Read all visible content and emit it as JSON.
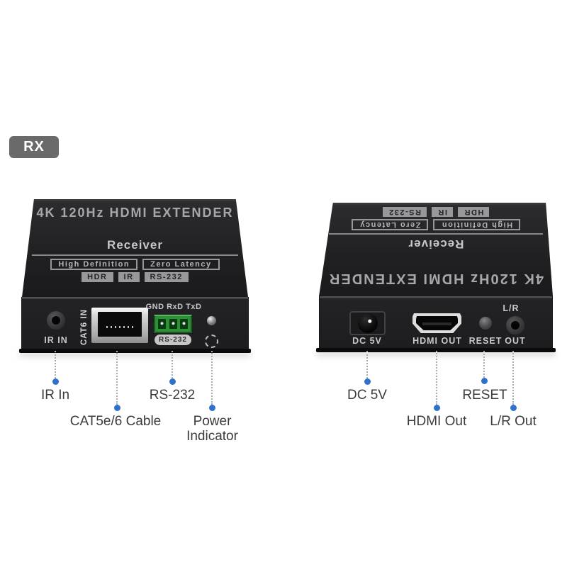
{
  "view_badge": "RX",
  "device": {
    "top_title": "4K 120Hz HDMI EXTENDER",
    "top_subtitle": "Receiver",
    "badges_outlined": [
      "High Definition",
      "Zero Latency"
    ],
    "badges_filled": [
      "HDR",
      "IR",
      "RS-232"
    ]
  },
  "front_panel": {
    "ir_jack_label": "IR IN",
    "cat6_port_label": "CAT6 IN",
    "terminal_top_label": "GND RxD TxD",
    "terminal_bottom_label": "RS-232"
  },
  "rear_panel": {
    "dc_jack_label": "DC 5V",
    "hdmi_port_label": "HDMI OUT",
    "reset_button_label": "RESET",
    "lr_jack_top_label": "L/R",
    "lr_jack_bottom_label": "OUT"
  },
  "callouts": {
    "front": {
      "ir": "IR In",
      "cat": "CAT5e/6 Cable",
      "rs232": "RS-232",
      "power": "Power Indicator"
    },
    "rear": {
      "dc": "DC 5V",
      "hdmi": "HDMI Out",
      "reset": "RESET",
      "lr": "L/R Out"
    }
  },
  "colors": {
    "accent_blue": "#2d71cb",
    "terminal_green": "#2e9137",
    "view_badge_gray": "#6a6a6a"
  }
}
